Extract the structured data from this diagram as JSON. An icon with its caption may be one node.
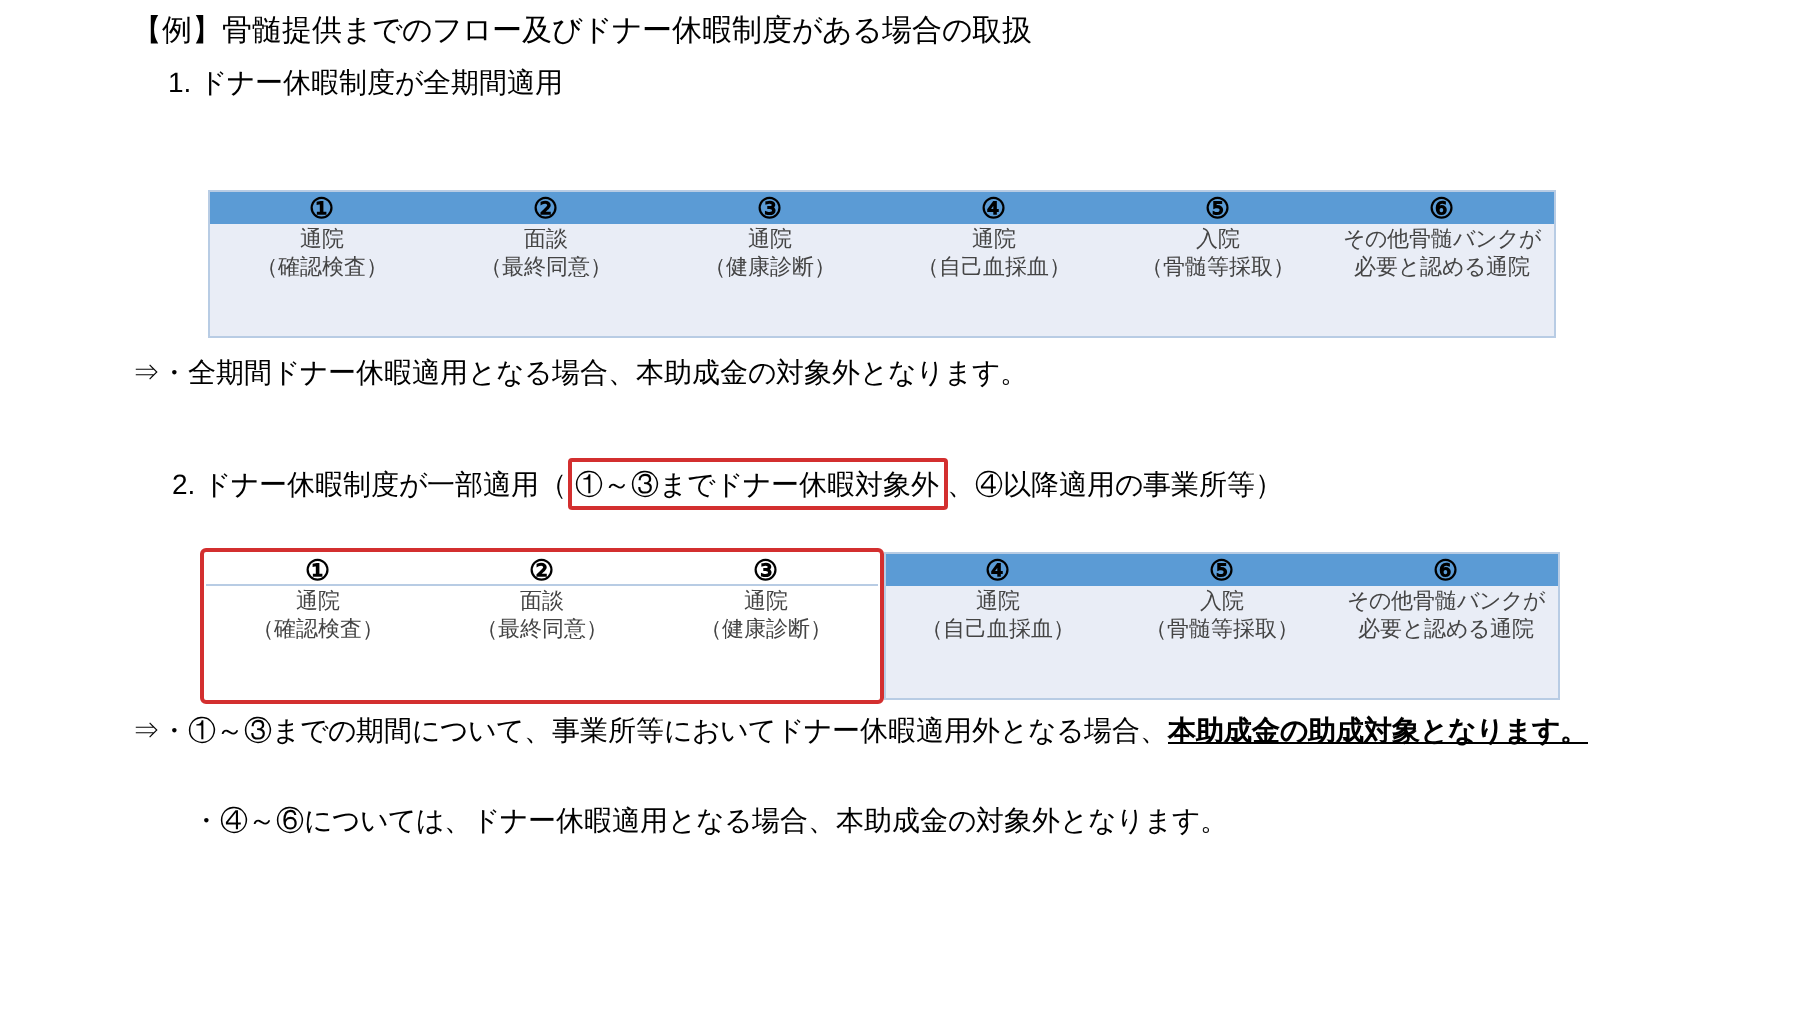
{
  "diagram": {
    "title": "【例】骨髄提供までのフロー及びドナー休暇制度がある場合の取扱",
    "nodes": [
      {
        "text": [
          "①",
          "通院",
          "（確認検査）"
        ]
      },
      {
        "text": [
          "②",
          "面談",
          "（最終同意）"
        ]
      },
      {
        "text": [
          "③",
          "通院",
          "（健康診断）"
        ]
      },
      {
        "text": [
          "④",
          "通院",
          "（自己血採血）"
        ]
      },
      {
        "text": [
          "⑤",
          "入院",
          "（骨髄等採取）"
        ]
      },
      {
        "text": [
          "⑥",
          "その他骨髄バンクが必要と認める通院"
        ]
      },
      {
        "text": [
          "①～③までドナー休暇対象外"
        ]
      },
      {
        "text": [],
        "shape": "box"
      },
      {
        "text": [
          "①",
          "通院",
          "（確認検査）"
        ],
        "in": 7
      },
      {
        "text": [
          "②",
          "面談",
          "（最終同意）"
        ],
        "in": 7
      },
      {
        "text": [
          "③",
          "通院",
          "（健康診断）"
        ],
        "in": 7
      },
      {
        "text": [
          "④",
          "通院",
          "（自己血採血）"
        ]
      },
      {
        "text": [
          "⑤",
          "入院",
          "（骨髄等採取）"
        ]
      },
      {
        "text": [
          "⑥",
          "その他骨髄バンクが必要と認める通院"
        ]
      }
    ],
    "edges": [],
    "labels": [
      "1. ドナー休暇制度が全期間適用",
      "⇒・全期間ドナー休暇適用となる場合、本助成金の対象外となります。",
      "2. ドナー休暇制度が一部適用（",
      "、④以降適用の事業所等）",
      "⇒・①～③までの期間について、事業所等においてドナー休暇適用外となる場合、**本助成金の助成対象となります。**",
      "・④～⑥については、ドナー休暇適用となる場合、本助成金の対象外となります。"
    ]
  }
}
